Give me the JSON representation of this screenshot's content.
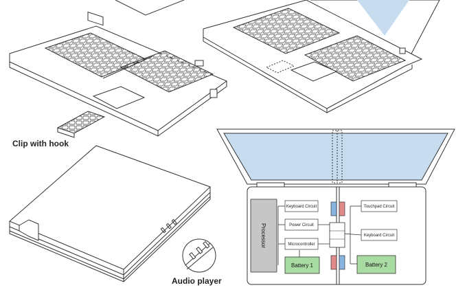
{
  "labels": {
    "clip_with_hook": "Clip with hook",
    "audio_player": "Audio player"
  },
  "schematic": {
    "processor": "Processor",
    "keyboard_circuit_left": "Keyboard Circuit",
    "power_circuit": "Power Circuit",
    "microcontroller": "Microcontroller",
    "battery_1": "Battery 1",
    "touchpad_circuit": "Touchpad Circuit",
    "keyboard_circuit_right": "Keyboard Circuit",
    "battery_2": "Battery 2"
  },
  "colors": {
    "screen": "#c8dcf0",
    "processor": "#c6c6c6",
    "battery": "#a9dca3",
    "connector_blue": "#8ab4e0",
    "connector_red": "#e08a8a",
    "line": "#333333"
  }
}
